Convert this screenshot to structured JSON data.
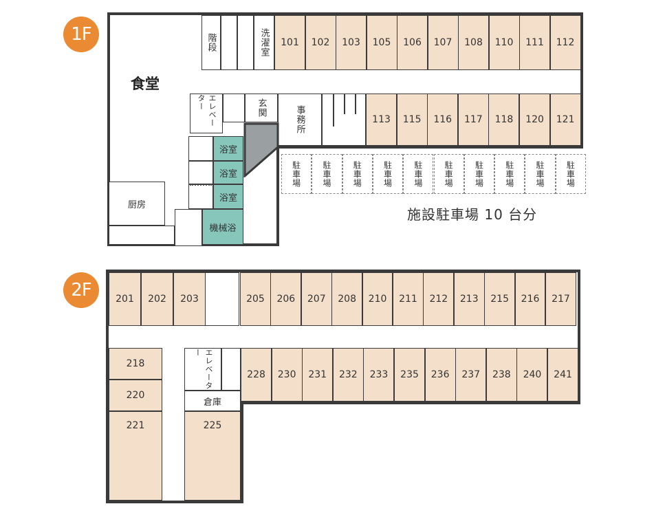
{
  "floor1": {
    "badge": "1F",
    "dining": "食堂",
    "stairs": "階段",
    "laundry": "洗濯室",
    "elevator": "エレベーター",
    "entrance": "玄関",
    "office": "事務所",
    "bath1": "浴室",
    "bath2": "浴室",
    "bath3": "浴室",
    "machine_bath": "機械浴",
    "kitchen": "厨房",
    "rooms_top": [
      "101",
      "102",
      "103",
      "105",
      "106",
      "107",
      "108",
      "110",
      "111",
      "112"
    ],
    "rooms_mid": [
      "113",
      "115",
      "116",
      "117",
      "118",
      "120",
      "121"
    ],
    "parking_label": "駐車場",
    "parking_spaces": 10,
    "parking_caption": "施設駐車場 10 台分"
  },
  "floor2": {
    "badge": "2F",
    "elevator": "エレベーター",
    "storage": "倉庫",
    "rooms_top": [
      "201",
      "202",
      "203",
      "205",
      "206",
      "207",
      "208",
      "210",
      "211",
      "212",
      "213",
      "215",
      "216",
      "217"
    ],
    "rooms_right": [
      "228",
      "230",
      "231",
      "232",
      "233",
      "235",
      "236",
      "237",
      "238",
      "240",
      "241"
    ],
    "rooms_left": [
      "218",
      "220",
      "221"
    ],
    "room_225": "225"
  }
}
